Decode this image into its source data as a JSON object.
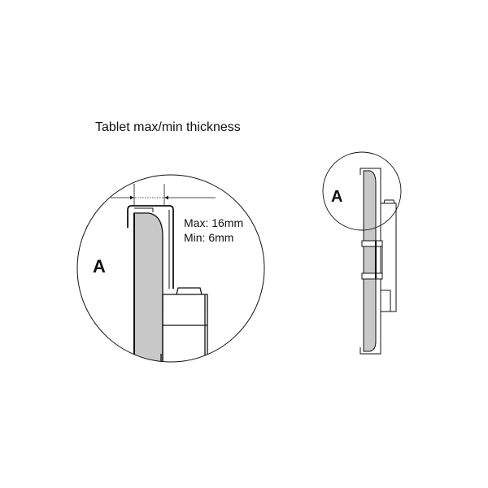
{
  "title": "Tablet max/min thickness",
  "detail_label": "A",
  "dimension": {
    "max": "Max: 16mm",
    "min": "Min: 6mm"
  },
  "overview_label": "A",
  "colors": {
    "tablet": "#c8c8c8",
    "line": "#111111"
  }
}
